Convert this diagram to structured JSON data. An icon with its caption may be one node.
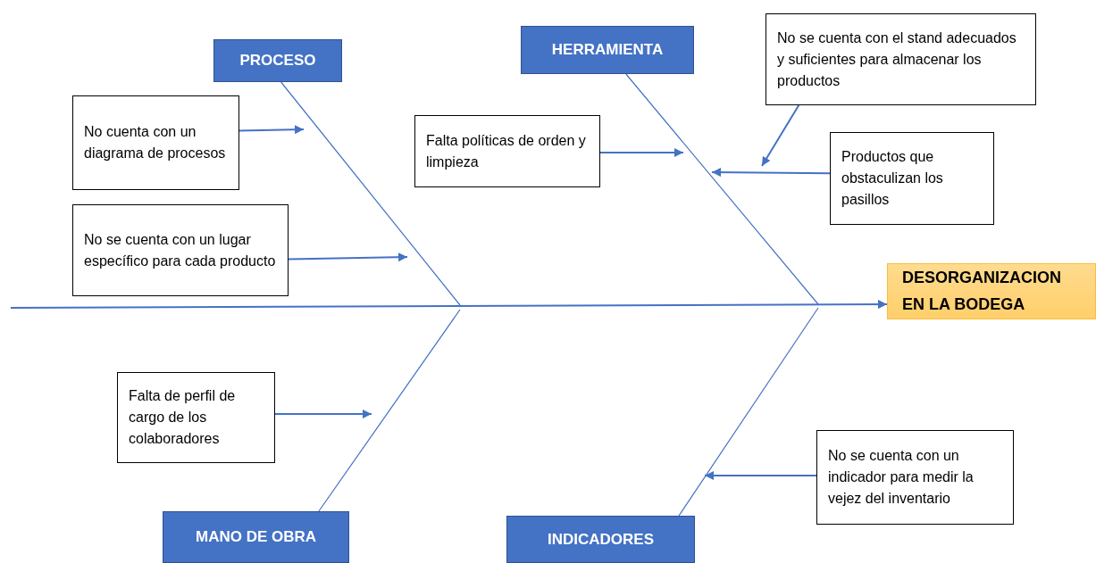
{
  "diagram": {
    "nodes": [
      {
        "text": [
          "PROCESO"
        ]
      },
      {
        "text": [
          "HERRAMIENTA"
        ]
      },
      {
        "text": [
          "No cuenta con un diagrama de procesos"
        ]
      },
      {
        "text": [
          "No se cuenta con un lugar específico para cada producto"
        ]
      },
      {
        "text": [
          "Falta políticas de orden y limpieza"
        ]
      },
      {
        "text": [
          "No se cuenta con el stand adecuados y suficientes para almacenar los productos"
        ]
      },
      {
        "text": [
          "Productos que obstaculizan los pasillos"
        ]
      },
      {
        "text": [
          "DESORGANIZACION EN LA BODEGA"
        ]
      },
      {
        "text": [
          "Falta de perfil de cargo de los colaboradores"
        ]
      },
      {
        "text": [
          "No se cuenta con un indicador para medir la vejez del inventario"
        ]
      },
      {
        "text": [
          "MANO DE OBRA"
        ]
      },
      {
        "text": [
          "INDICADORES"
        ]
      }
    ],
    "edges": [
      {
        "from": null,
        "to": 7,
        "arrow": "to"
      },
      {
        "from": 0,
        "to": null,
        "arrow": "none"
      },
      {
        "from": 1,
        "to": null,
        "arrow": "none"
      },
      {
        "from": 10,
        "to": null,
        "arrow": "none"
      },
      {
        "from": 11,
        "to": null,
        "arrow": "none"
      },
      {
        "from": 2,
        "to": null,
        "arrow": "to"
      },
      {
        "from": 3,
        "to": null,
        "arrow": "to"
      },
      {
        "from": 4,
        "to": null,
        "arrow": "to"
      },
      {
        "from": 5,
        "to": null,
        "arrow": "to"
      },
      {
        "from": 6,
        "to": null,
        "arrow": "to"
      },
      {
        "from": 8,
        "to": null,
        "arrow": "to"
      },
      {
        "from": 9,
        "to": null,
        "arrow": "to"
      }
    ]
  }
}
